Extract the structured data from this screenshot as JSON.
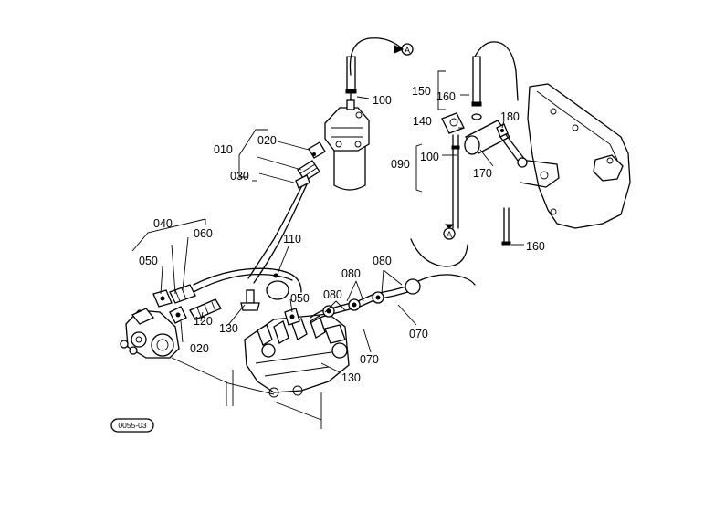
{
  "callouts": {
    "c010": "010",
    "c020a": "020",
    "c030": "030",
    "c040": "040",
    "c050a": "050",
    "c060": "060",
    "c020b": "020",
    "c120": "120",
    "c130a": "130",
    "c110": "110",
    "c050b": "050",
    "c080a": "080",
    "c080b": "080",
    "c080c": "080",
    "c070a": "070",
    "c070b": "070",
    "c130b": "130",
    "c100a": "100",
    "c150": "150",
    "c160a": "160",
    "c140": "140",
    "c180": "180",
    "c090": "090",
    "c100b": "100",
    "c170": "170",
    "c160b": "160"
  },
  "markers": {
    "a_top": "A",
    "a_bottom": "A"
  },
  "reference_code": "0055-03"
}
